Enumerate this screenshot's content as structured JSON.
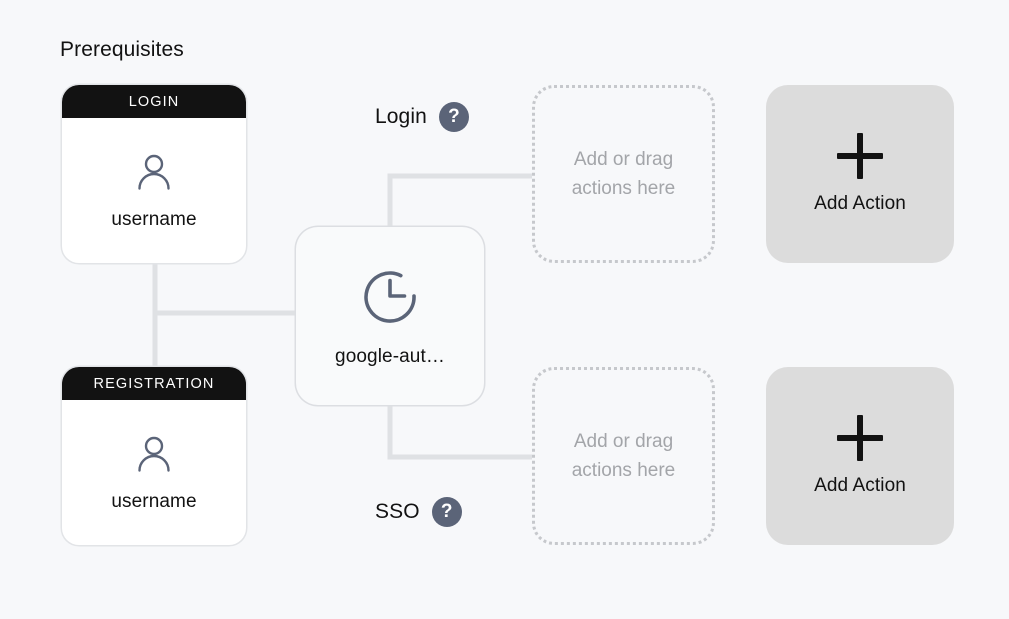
{
  "section": {
    "title": "Prerequisites"
  },
  "prerequisites": [
    {
      "header": "LOGIN",
      "icon": "user-icon",
      "label": "username"
    },
    {
      "header": "REGISTRATION",
      "icon": "user-icon",
      "label": "username"
    }
  ],
  "auth_node": {
    "icon": "clock-icon",
    "label": "google-aut…"
  },
  "branches": [
    {
      "name": "login",
      "label": "Login",
      "help_icon": "question-mark-icon",
      "help_glyph": "?"
    },
    {
      "name": "sso",
      "label": "SSO",
      "help_icon": "question-mark-icon",
      "help_glyph": "?"
    }
  ],
  "dropzones": [
    {
      "text": "Add or drag actions here"
    },
    {
      "text": "Add or drag actions here"
    }
  ],
  "add_actions": [
    {
      "icon": "plus-icon",
      "label": "Add Action"
    },
    {
      "icon": "plus-icon",
      "label": "Add Action"
    }
  ],
  "colors": {
    "background": "#f7f8fa",
    "card_background": "#ffffff",
    "header_background": "#121212",
    "wire": "#dfe1e4",
    "icon_slate": "#5b6478",
    "help_badge": "#5b6478",
    "dropzone_border": "#c6c8cc",
    "dropzone_text": "#a3a5a9",
    "add_action_background": "#dcdcdc",
    "text_primary": "#121212"
  }
}
